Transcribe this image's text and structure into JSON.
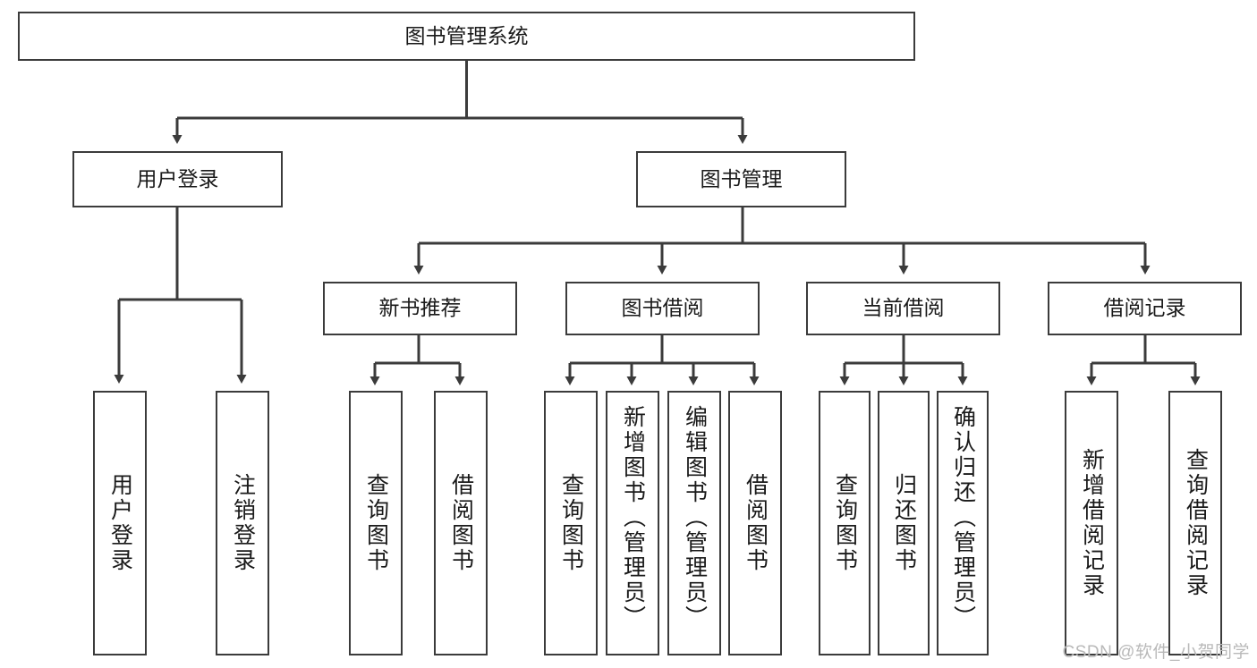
{
  "diagram": {
    "title": "图书管理系统",
    "type": "tree-hierarchy",
    "watermark": "CSDN @软件_小贺同学",
    "colors": {
      "box_border": "#3b3b3b",
      "box_fill": "#ffffff",
      "connector": "#3b3b3b",
      "text": "#1a1a1a",
      "watermark": "#b9b9b9",
      "background": "#ffffff"
    }
  },
  "nodes": {
    "root": {
      "label": "图书管理系统"
    },
    "level2": [
      {
        "label": "用户登录"
      },
      {
        "label": "图书管理"
      }
    ],
    "level3": [
      {
        "label": "新书推荐"
      },
      {
        "label": "图书借阅"
      },
      {
        "label": "当前借阅"
      },
      {
        "label": "借阅记录"
      }
    ],
    "leaves": {
      "user_login": [
        {
          "label": "用户登录"
        },
        {
          "label": "注销登录"
        }
      ],
      "new_book": [
        {
          "label": "查询图书"
        },
        {
          "label": "借阅图书"
        }
      ],
      "book_borrow": [
        {
          "label": "查询图书"
        },
        {
          "label": "新增图书（管理员）"
        },
        {
          "label": "编辑图书（管理员）"
        },
        {
          "label": "借阅图书"
        }
      ],
      "current_borrow": [
        {
          "label": "查询图书"
        },
        {
          "label": "归还图书"
        },
        {
          "label": "确认归还（管理员）"
        }
      ],
      "borrow_record": [
        {
          "label": "新增借阅记录"
        },
        {
          "label": "查询借阅记录"
        }
      ]
    }
  }
}
